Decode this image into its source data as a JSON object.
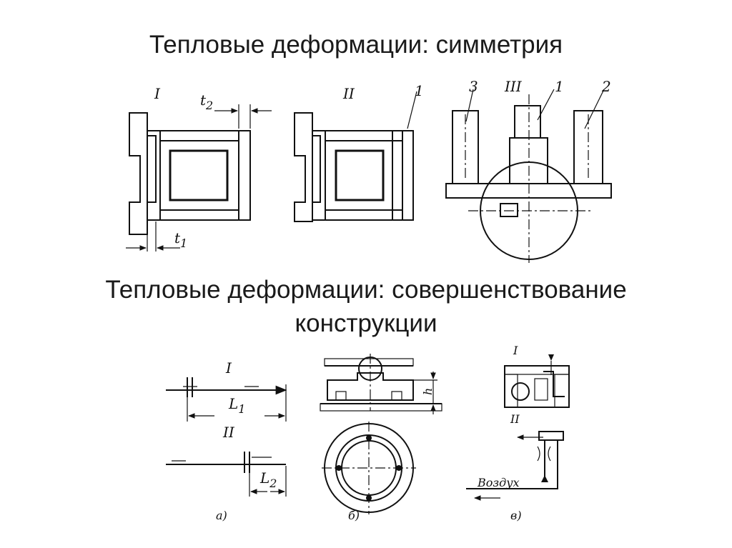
{
  "slide": {
    "title_1": "Тепловые деформации: симметрия",
    "title_2_line1": "Тепловые деформации: совершенствование",
    "title_2_line2": "конструкции"
  },
  "top_figure": {
    "variant_I": "I",
    "variant_II": "II",
    "variant_III": "III",
    "dim_t2": "t",
    "dim_t2_sub": "2",
    "dim_t1": "t",
    "dim_t1_sub": "1",
    "callout_1": "1",
    "callout_2": "2",
    "callout_3": "3",
    "callout_1b": "1"
  },
  "bottom_figure": {
    "variant_I": "I",
    "variant_II": "II",
    "dim_L1": "L",
    "dim_L1_sub": "1",
    "dim_L2": "L",
    "dim_L2_sub": "2",
    "dim_h": "h",
    "sub_a": "а)",
    "sub_b": "б)",
    "sub_v": "в)",
    "right_I": "I",
    "right_II": "II",
    "air_label": "Воздух"
  }
}
